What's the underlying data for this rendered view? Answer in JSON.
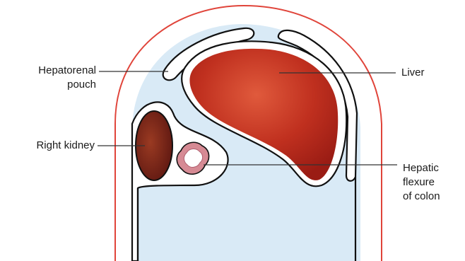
{
  "labels": {
    "hepatorenal_pouch": [
      "Hepatorenal",
      "pouch"
    ],
    "right_kidney": "Right kidney",
    "liver": "Liver",
    "hepatic_flexure": [
      "Hepatic",
      "flexure",
      "of colon"
    ]
  },
  "colors": {
    "outer_outline": "#e0443a",
    "cavity_fill": "#d9eaf6",
    "organ_outline": "#111111",
    "liver_fill": "#b8251d",
    "kidney_fill": "#6e1d14",
    "colon_ring": "#d68a94"
  }
}
